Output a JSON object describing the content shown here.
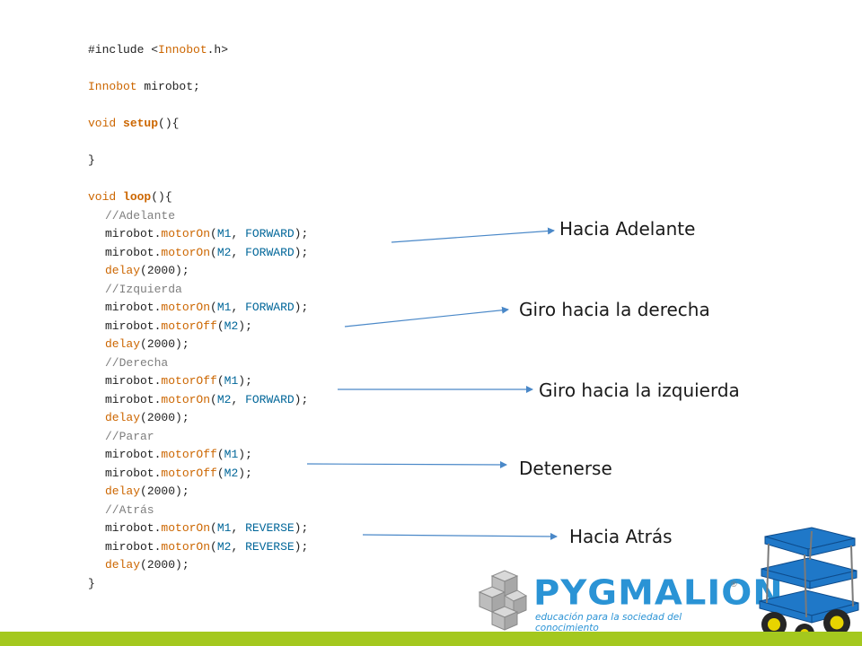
{
  "code": {
    "lines": [
      [
        {
          "t": "#include <",
          "c": "plain"
        },
        {
          "t": "Innobot",
          "c": "kw"
        },
        {
          "t": ".h>",
          "c": "plain"
        }
      ],
      [],
      [
        {
          "t": "Innobot",
          "c": "kw"
        },
        {
          "t": " mirobot;",
          "c": "plain"
        }
      ],
      [],
      [
        {
          "t": "void",
          "c": "kw"
        },
        {
          "t": " ",
          "c": "plain"
        },
        {
          "t": "setup",
          "c": "fnb"
        },
        {
          "t": "(){",
          "c": "plain"
        }
      ],
      [],
      [
        {
          "t": "}",
          "c": "plain"
        }
      ],
      [],
      [
        {
          "t": "void",
          "c": "kw"
        },
        {
          "t": " ",
          "c": "plain"
        },
        {
          "t": "loop",
          "c": "fnb"
        },
        {
          "t": "(){",
          "c": "plain"
        }
      ],
      {
        "indent": true,
        "toks": [
          {
            "t": "//Adelante",
            "c": "cm"
          }
        ]
      },
      {
        "indent": true,
        "toks": [
          {
            "t": "mirobot.",
            "c": "plain"
          },
          {
            "t": "motorOn",
            "c": "fn"
          },
          {
            "t": "(",
            "c": "plain"
          },
          {
            "t": "M1",
            "c": "const"
          },
          {
            "t": ", ",
            "c": "plain"
          },
          {
            "t": "FORWARD",
            "c": "const"
          },
          {
            "t": ");",
            "c": "plain"
          }
        ]
      },
      {
        "indent": true,
        "toks": [
          {
            "t": "mirobot.",
            "c": "plain"
          },
          {
            "t": "motorOn",
            "c": "fn"
          },
          {
            "t": "(",
            "c": "plain"
          },
          {
            "t": "M2",
            "c": "const"
          },
          {
            "t": ", ",
            "c": "plain"
          },
          {
            "t": "FORWARD",
            "c": "const"
          },
          {
            "t": ");",
            "c": "plain"
          }
        ]
      },
      {
        "indent": true,
        "toks": [
          {
            "t": "delay",
            "c": "fn"
          },
          {
            "t": "(2000);",
            "c": "plain"
          }
        ]
      },
      {
        "indent": true,
        "toks": [
          {
            "t": "//Izquierda",
            "c": "cm"
          }
        ]
      },
      {
        "indent": true,
        "toks": [
          {
            "t": "mirobot.",
            "c": "plain"
          },
          {
            "t": "motorOn",
            "c": "fn"
          },
          {
            "t": "(",
            "c": "plain"
          },
          {
            "t": "M1",
            "c": "const"
          },
          {
            "t": ", ",
            "c": "plain"
          },
          {
            "t": "FORWARD",
            "c": "const"
          },
          {
            "t": ");",
            "c": "plain"
          }
        ]
      },
      {
        "indent": true,
        "toks": [
          {
            "t": "mirobot.",
            "c": "plain"
          },
          {
            "t": "motorOff",
            "c": "fn"
          },
          {
            "t": "(",
            "c": "plain"
          },
          {
            "t": "M2",
            "c": "const"
          },
          {
            "t": ");",
            "c": "plain"
          }
        ]
      },
      {
        "indent": true,
        "toks": [
          {
            "t": "delay",
            "c": "fn"
          },
          {
            "t": "(2000);",
            "c": "plain"
          }
        ]
      },
      {
        "indent": true,
        "toks": [
          {
            "t": "//Derecha",
            "c": "cm"
          }
        ]
      },
      {
        "indent": true,
        "toks": [
          {
            "t": "mirobot.",
            "c": "plain"
          },
          {
            "t": "motorOff",
            "c": "fn"
          },
          {
            "t": "(",
            "c": "plain"
          },
          {
            "t": "M1",
            "c": "const"
          },
          {
            "t": ");",
            "c": "plain"
          }
        ]
      },
      {
        "indent": true,
        "toks": [
          {
            "t": "mirobot.",
            "c": "plain"
          },
          {
            "t": "motorOn",
            "c": "fn"
          },
          {
            "t": "(",
            "c": "plain"
          },
          {
            "t": "M2",
            "c": "const"
          },
          {
            "t": ", ",
            "c": "plain"
          },
          {
            "t": "FORWARD",
            "c": "const"
          },
          {
            "t": ");",
            "c": "plain"
          }
        ]
      },
      {
        "indent": true,
        "toks": [
          {
            "t": "delay",
            "c": "fn"
          },
          {
            "t": "(2000);",
            "c": "plain"
          }
        ]
      },
      {
        "indent": true,
        "toks": [
          {
            "t": "//Parar",
            "c": "cm"
          }
        ]
      },
      {
        "indent": true,
        "toks": [
          {
            "t": "mirobot.",
            "c": "plain"
          },
          {
            "t": "motorOff",
            "c": "fn"
          },
          {
            "t": "(",
            "c": "plain"
          },
          {
            "t": "M1",
            "c": "const"
          },
          {
            "t": ");",
            "c": "plain"
          }
        ]
      },
      {
        "indent": true,
        "toks": [
          {
            "t": "mirobot.",
            "c": "plain"
          },
          {
            "t": "motorOff",
            "c": "fn"
          },
          {
            "t": "(",
            "c": "plain"
          },
          {
            "t": "M2",
            "c": "const"
          },
          {
            "t": ");",
            "c": "plain"
          }
        ]
      },
      {
        "indent": true,
        "toks": [
          {
            "t": "delay",
            "c": "fn"
          },
          {
            "t": "(2000);",
            "c": "plain"
          }
        ]
      },
      {
        "indent": true,
        "toks": [
          {
            "t": "//Atrás",
            "c": "cm"
          }
        ]
      },
      {
        "indent": true,
        "toks": [
          {
            "t": "mirobot.",
            "c": "plain"
          },
          {
            "t": "motorOn",
            "c": "fn"
          },
          {
            "t": "(",
            "c": "plain"
          },
          {
            "t": "M1",
            "c": "const"
          },
          {
            "t": ", ",
            "c": "plain"
          },
          {
            "t": "REVERSE",
            "c": "const"
          },
          {
            "t": ");",
            "c": "plain"
          }
        ]
      },
      {
        "indent": true,
        "toks": [
          {
            "t": "mirobot.",
            "c": "plain"
          },
          {
            "t": "motorOn",
            "c": "fn"
          },
          {
            "t": "(",
            "c": "plain"
          },
          {
            "t": "M2",
            "c": "const"
          },
          {
            "t": ", ",
            "c": "plain"
          },
          {
            "t": "REVERSE",
            "c": "const"
          },
          {
            "t": ");",
            "c": "plain"
          }
        ]
      },
      {
        "indent": true,
        "toks": [
          {
            "t": "delay",
            "c": "fn"
          },
          {
            "t": "(2000);",
            "c": "plain"
          }
        ]
      },
      [
        {
          "t": "}",
          "c": "plain"
        }
      ]
    ]
  },
  "annotations": {
    "forward": "Hacia Adelante",
    "turn_right": "Giro hacia la derecha",
    "turn_left": "Giro hacia la izquierda",
    "stop": "Detenerse",
    "backward": "Hacia Atrás"
  },
  "logo": {
    "brand": "PYGMALION",
    "registered": "®",
    "tagline": "educación para la sociedad del conocimiento"
  },
  "colors": {
    "arrow": "#4a88c8",
    "bottom_bar": "#a4c81e",
    "code_keyword": "#cc6600",
    "code_constant": "#006699",
    "code_comment": "#7e7e7e",
    "logo_blue": "#2a93d5"
  },
  "icons": {
    "logo_mark": "cube-cluster-icon",
    "robot_image": "robot-kit-photo"
  }
}
